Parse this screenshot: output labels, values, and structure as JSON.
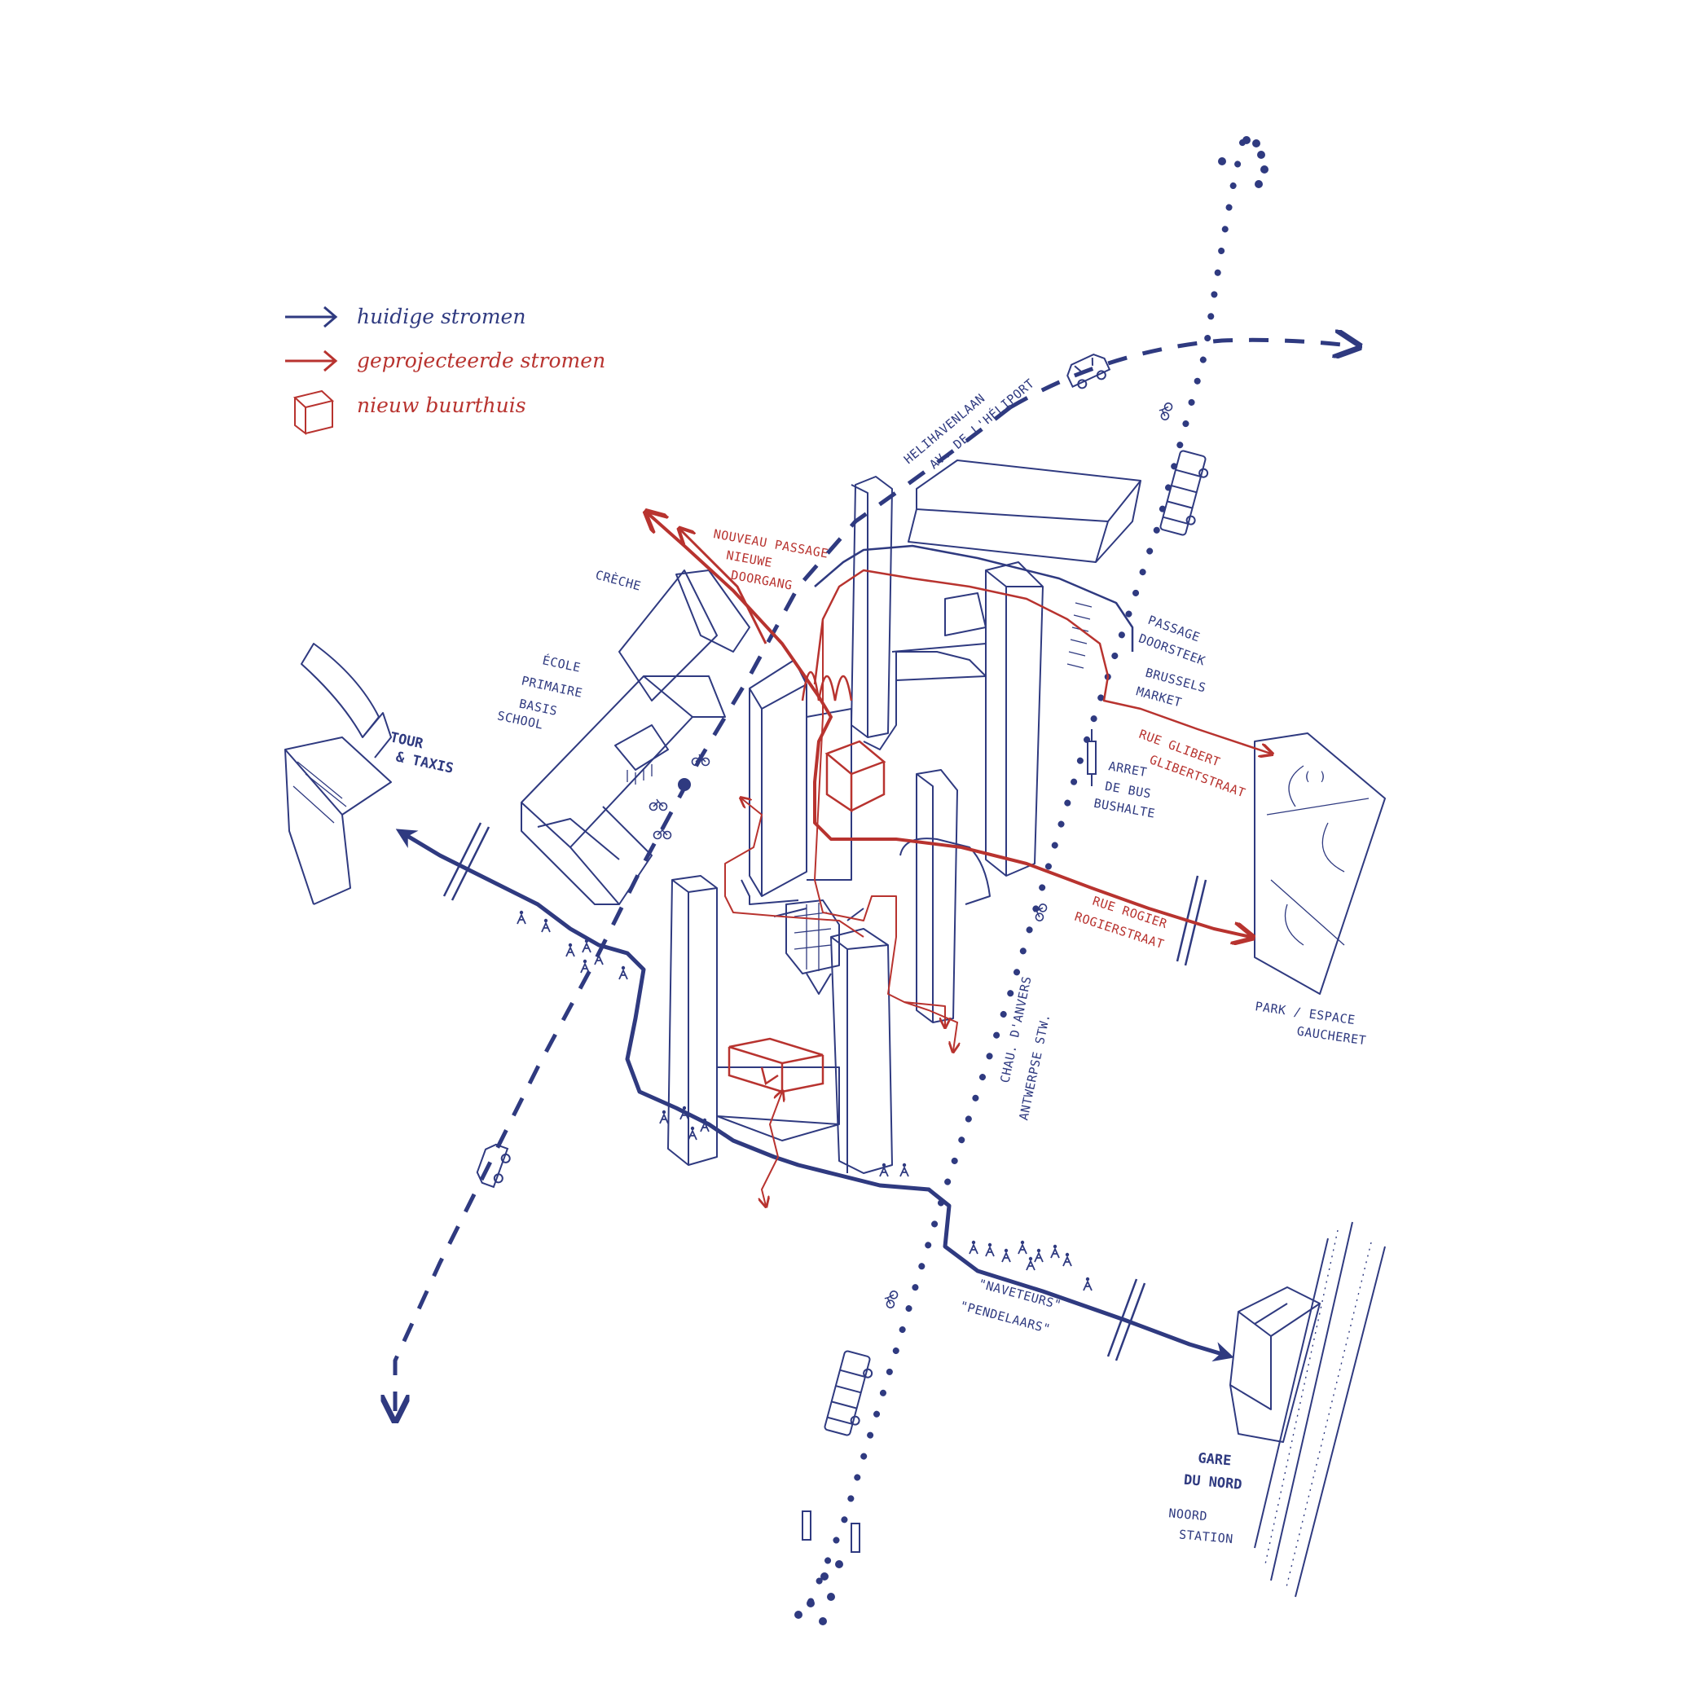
{
  "colors": {
    "current": "#2f3a80",
    "projected": "#b8332f"
  },
  "legend": {
    "current_label": "huidige stromen",
    "projected_label": "geprojecteerde stromen",
    "building_label": "nieuw buurthuis"
  },
  "labels": {
    "heliport_1": "HELIHAVENLAAN",
    "heliport_2": "AV. DE L'HÉLIPORT",
    "passage_1": "NOUVEAU PASSAGE",
    "passage_2": "NIEUWE",
    "passage_3": "DOORGANG",
    "creche": "CRÈCHE",
    "ecole_1": "ÉCOLE",
    "ecole_2": "PRIMAIRE",
    "ecole_3": "BASIS",
    "ecole_4": "SCHOOL",
    "tour_1": "TOUR",
    "tour_2": "& TAXIS",
    "doorsteek_1": "PASSAGE",
    "doorsteek_2": "DOORSTEEK",
    "market_1": "BRUSSELS",
    "market_2": "MARKET",
    "glibert_1": "RUE GLIBERT",
    "glibert_2": "GLIBERTSTRAAT",
    "bus_1": "ARRET",
    "bus_2": "DE BUS",
    "bus_3": "BUSHALTE",
    "rogier_1": "RUE ROGIER",
    "rogier_2": "ROGIERSTRAAT",
    "park_1": "PARK / ESPACE",
    "park_2": "GAUCHERET",
    "chau_1": "CHAU. D'ANVERS",
    "chau_2": "ANTWERPSE STW.",
    "commuters_1": "\"NAVETEURS\"",
    "commuters_2": "\"PENDELAARS\"",
    "gare_1": "GARE",
    "gare_2": "DU NORD",
    "gare_3": "NOORD",
    "gare_4": "STATION"
  },
  "icons": [
    "arrow-icon",
    "cube-icon",
    "car-icon",
    "bus-icon",
    "tram-icon",
    "bicycle-icon",
    "pedestrian-icon",
    "traffic-light-icon",
    "railway-icon"
  ]
}
